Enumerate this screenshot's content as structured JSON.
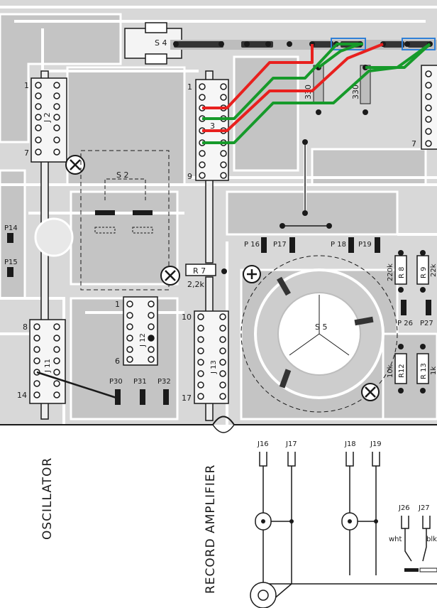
{
  "pcb": {
    "switches": {
      "s4": "S 4",
      "s2": "S 2",
      "s5": "S 5"
    },
    "connectors": {
      "j2": "J 2",
      "j12": "J 12",
      "j11": "J 11",
      "j13": "J 13"
    },
    "pins": {
      "j2_top": "1",
      "j2_bottom": "7",
      "mid_top": "1",
      "mid_bottom": "9",
      "right_bottom": "7",
      "j12_top": "1",
      "j12_bottom": "6",
      "j11_top": "8",
      "j11_bottom": "14",
      "j13_top": "10",
      "j13_bottom": "17",
      "mid_3": "3"
    },
    "pads": {
      "p14": "P14",
      "p15": "P15",
      "p16": "P 16",
      "p17": "P17",
      "p18": "P 18",
      "p19": "P19",
      "p26": "P 26",
      "p27": "P27",
      "p30": "P30",
      "p31": "P31",
      "p32": "P32"
    },
    "components": {
      "r7": "R 7",
      "r7_val": "2,2k",
      "r8": "R 8",
      "r8_val": "220k",
      "r9": "R 9",
      "r9_val": "22k",
      "r12": "R12",
      "r12_val": "10k",
      "r13": "R 13",
      "r13_val": "1k",
      "c_330": "330"
    }
  },
  "schematic": {
    "section_osc": "OSCILLATOR",
    "section_rec": "RECORD AMPLIFIER",
    "jacks": {
      "j16": "J16",
      "j17": "J17",
      "j18": "J18",
      "j19": "J19",
      "j26": "J26",
      "j27": "J27"
    },
    "wire_wht": "wht",
    "wire_blk": "blk"
  },
  "colors": {
    "trace_red": "#e8201e",
    "trace_green": "#169a2a",
    "highlight_blue": "#2f7fd6",
    "copper": "#cfcfcf",
    "ink": "#1a1a1a"
  }
}
